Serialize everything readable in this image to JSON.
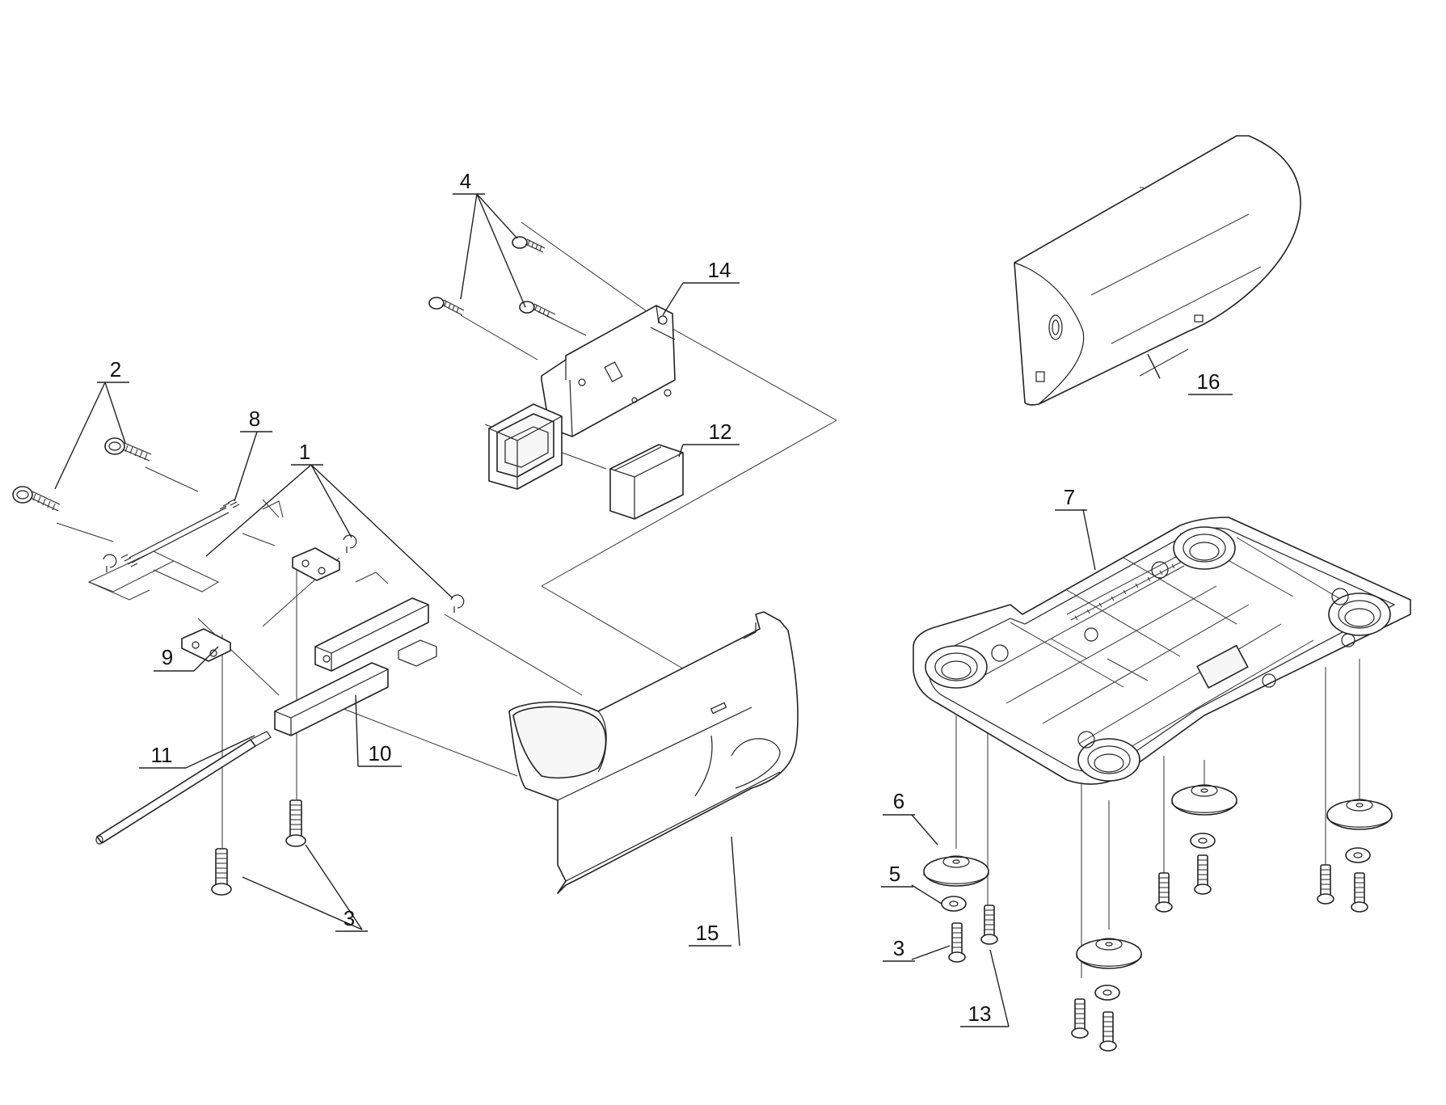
{
  "callouts": {
    "c1": "1",
    "c2": "2",
    "c3a": "3",
    "c3b": "3",
    "c4": "4",
    "c5": "5",
    "c6": "6",
    "c7": "7",
    "c8": "8",
    "c9": "9",
    "c10": "10",
    "c11": "11",
    "c12": "12",
    "c13": "13",
    "c14": "14",
    "c15": "15",
    "c16": "16"
  },
  "colors": {
    "line": "#222222",
    "background": "#ffffff"
  }
}
